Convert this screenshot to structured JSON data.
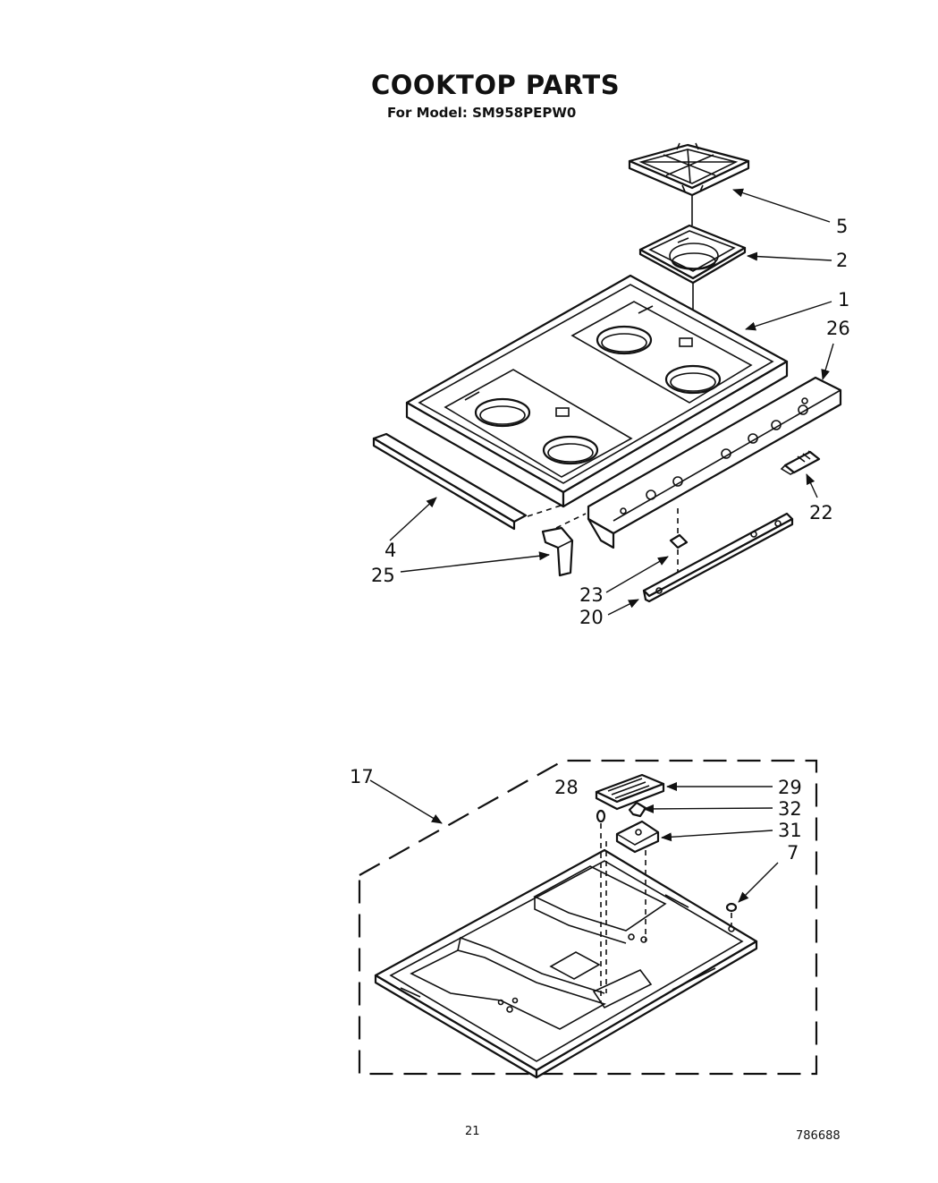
{
  "title": "COOKTOP PARTS",
  "subtitle": "For Model: SM958PEPW0",
  "page_number": "21",
  "document_number": "786688",
  "callouts": {
    "c5": "5",
    "c2": "2",
    "c1": "1",
    "c26": "26",
    "c22": "22",
    "c4": "4",
    "c25": "25",
    "c23": "23",
    "c20": "20",
    "c17": "17",
    "c28": "28",
    "c29": "29",
    "c32": "32",
    "c31": "31",
    "c7": "7"
  }
}
